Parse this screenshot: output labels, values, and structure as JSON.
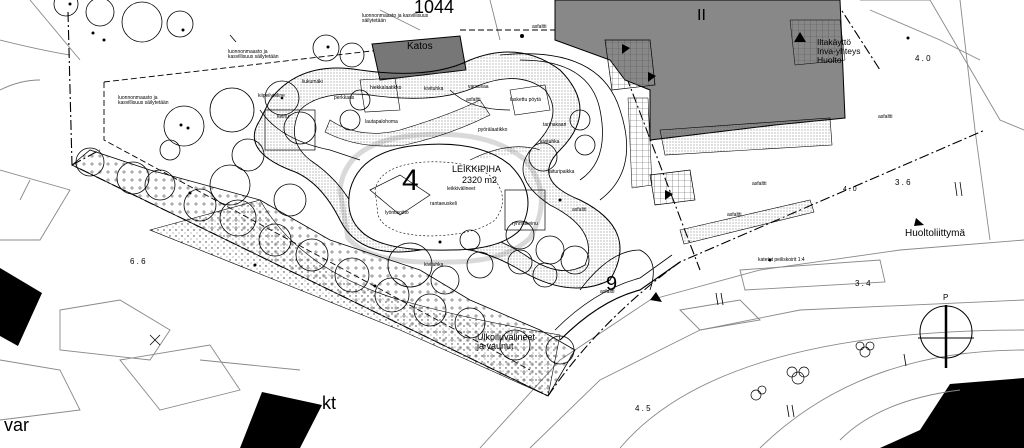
{
  "plan": {
    "block_number": "1044",
    "building_label": "Katos",
    "building_roman": "II",
    "playground_name": "LEIKKIPIHA",
    "playground_area": "2320 m2",
    "playground_number": "4",
    "road_number": "9",
    "entrance_text": "Iltakäyttö\nInva-yhteys\nHuolto",
    "service_entrance": "Huoltoliittymä",
    "storage_text": "Ulkoiluvälineet\nja vaunut",
    "street_fragment_1": "var",
    "street_fragment_2": "kt",
    "elevations": [
      "4 . 0",
      "3 . 6",
      "3 . 4",
      "6 . 6",
      "4 . 5",
      "4 . 0"
    ],
    "nature_notes": [
      "luonnonmaasto ja kasvillisuus säilytetään",
      "luonnonmaasto ja kasvillisuus säilytetään",
      "luonnonmaasto ja kasvillisuus säilytetään"
    ],
    "small_labels": [
      "asfaltti",
      "asfaltti",
      "asfaltti",
      "asfaltti",
      "asfaltti",
      "asfaltti",
      "varaosaa",
      "kivituhka",
      "kivituhka",
      "kivituhka",
      "hiekkalaatikko",
      "laskettu pöytä",
      "pyörälaatikko",
      "keinu",
      "ryhmäkeinu",
      "rantaeuskeli",
      "lyöntisoitto",
      "kiipeilyteline",
      "leikkivälineet",
      "perkkaus",
      "katetut peiliskoirit 1:4",
      "liukumäki",
      "lautapalohoma",
      "tarinakaari",
      "laituripaikka",
      "asfaltti"
    ],
    "north_label": "P"
  }
}
